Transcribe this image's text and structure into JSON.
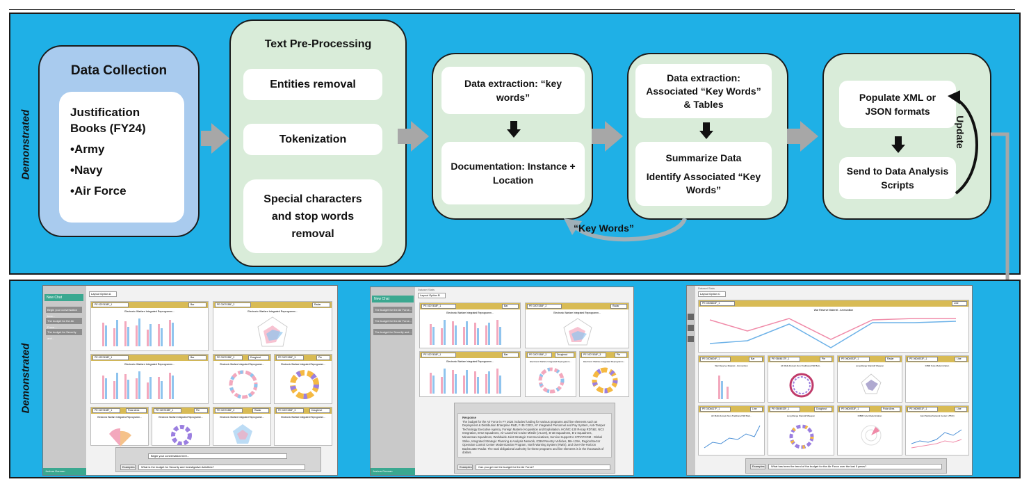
{
  "side_labels": {
    "top": "Demonstrated",
    "bottom": "Demonstrated"
  },
  "stages": {
    "data_collection": {
      "title": "Data Collection",
      "list_title": "Justification Books (FY24)",
      "items": [
        "•Army",
        "•Navy",
        "•Air Force"
      ]
    },
    "preprocessing": {
      "title": "Text Pre-Processing",
      "steps": [
        "Entities removal",
        "Tokenization",
        "Special characters and stop words removal"
      ]
    },
    "extraction": {
      "top": "Data extraction: “key words”",
      "bottom": "Documentation: Instance + Location"
    },
    "associated": {
      "top": "Data extraction: Associated “Key Words” & Tables",
      "bottom_line1": "Summarize Data",
      "bottom_line2": "Identify Associated “Key Words”"
    },
    "output": {
      "top": "Populate XML or JSON formats",
      "bottom": "Send to Data Analysis Scripts",
      "loop_label": "Update"
    }
  },
  "feedback_label": "“Key Words”",
  "screenshots": {
    "common": {
      "new_chat": "New Chat",
      "user": "Joshua Gorman",
      "examples": "Examples",
      "dataset": "Dataset Stats"
    },
    "s1": {
      "layout": "Layout Option A",
      "history": [
        "Begin your conversation here...",
        "The budget for the Air Force...",
        "The budget for Security and..."
      ],
      "prompt": "Begin your conversation here...",
      "question": "What is the budget for Security and Investigative Activities?",
      "cards": [
        {
          "pe": "PE 0207438F_1",
          "type": "Bar",
          "title": "Electronic Warfare Integrated Reprogramm..."
        },
        {
          "pe": "PE 0207438F_2",
          "type": "Radar",
          "title": "Electronic Warfare Integrated Reprogramm..."
        },
        {
          "pe": "PE 0207438F_1",
          "type": "Bar",
          "title": "Electronic Warfare Integrated Reprogramm..."
        },
        {
          "pe": "PE 0207438F_2",
          "type": "Doughnut",
          "title": "Electronic Warfare Integrated Reprogramm..."
        },
        {
          "pe": "PE 0207438F_3",
          "type": "Pie",
          "title": "Electronic Warfare Integrated Reprogramm..."
        },
        {
          "pe": "PE 0207438F_1",
          "type": "Polar Area",
          "title": "Electronic Warfare Integrated Reprogramm..."
        },
        {
          "pe": "PE 0207438F_1",
          "type": "Pie",
          "title": "Electronic Warfare Integrated Reprogramm..."
        },
        {
          "pe": "PE 0207438F_2",
          "type": "Radar",
          "title": "Electronic Warfare Integrated Reprogramm..."
        },
        {
          "pe": "PE 0207438F_3",
          "type": "Doughnut",
          "title": "Electronic Warfare Integrated Reprogramm..."
        }
      ]
    },
    "s2": {
      "layout": "Layout Option B",
      "history": [
        "The budget for the Air Force...",
        "The budget for the Air Force...",
        "The budget for Security and..."
      ],
      "response_title": "Response",
      "response": "The budget for the Air Force in FY 2024 includes funding for various programs and line elements such as Deployment & Distribution Enterprise R&D, F-35 C2D2, AF Integrated Personnel and Pay System, Anti-Tamper Technology Executive Agency, Foreign Materiel Acquisition and Exploitation, HC/MC-130 Recap RDT&E, NC3 Integration, B-52 Squadrons, Air-Launched Cruise Missile (ALCM), B-1B Squadrons, B-2 Squadrons, Minuteman Squadrons, Worldwide Joint Strategic Communications, Service Support to STRATCOM - Global Strike, Integrated Strategic Planning & Analysis Network, ICBM Reentry Vehicles, MH-139A, Region/Sector Operation Control Center Modernization Program, North Warning System (NWS), and Over-the-Horizon Backscatter Radar. The total obligational authority for these programs and line elements is in the thousands of dollars.",
      "question": "Can you get me the budget for the Air Force?",
      "cards": [
        {
          "pe": "PE 0207438F_1",
          "type": "Bar",
          "title": "Electronic Warfare Integrated Reprogramm..."
        },
        {
          "pe": "PE 0207438F_2",
          "type": "Radar",
          "title": "Electronic Warfare Integrated Reprogramm..."
        },
        {
          "pe": "PE 0207438F_1",
          "type": "Bar",
          "title": "Electronic Warfare Integrated Reprogramm..."
        },
        {
          "pe": "PE 0207438F_2",
          "type": "Doughnut",
          "title": "Electronic Warfare Integrated Reprogramm..."
        },
        {
          "pe": "PE 0207438F_3",
          "type": "Pie",
          "title": "Electronic Warfare Integrated Reprogramm..."
        }
      ]
    },
    "s3": {
      "layout": "Layout Option C",
      "question": "What has been the trend of the budget for the Air Force over the last 5 years?",
      "wide_card": {
        "pe": "PE 0203604F_1",
        "type": "Line",
        "title": "War Reserve Materiel - Ammunition"
      },
      "cards": [
        {
          "pe": "PE 0203604F_1",
          "type": "Bar",
          "title": "War Reserve Materiel - Ammunition"
        },
        {
          "pe": "PE 0604617F_1",
          "type": "Pie",
          "title": "AF Multi-Domain Non-Traditional ISR Batt..."
        },
        {
          "pe": "PE 0604932F_1",
          "type": "Radar",
          "title": "Long Range Standoff Weapon"
        },
        {
          "pe": "PE 0604933F_1",
          "type": "Line",
          "title": "ICBM Fuze Modernization"
        },
        {
          "pe": "PE 0204617F_1",
          "type": "Line",
          "title": "AF Multi-Domain Non-Traditional ISR Batt..."
        },
        {
          "pe": "PE 0604932F_1",
          "type": "Doughnut",
          "title": "Long Range Standoff Weapon"
        },
        {
          "pe": "PE 0604933F_1",
          "type": "Polar Area",
          "title": "ICBM Fuze Modernization"
        },
        {
          "pe": "PE 0605931F_1",
          "type": "Line",
          "title": "Joint Tactical Network Center (JTNC)"
        }
      ]
    }
  }
}
